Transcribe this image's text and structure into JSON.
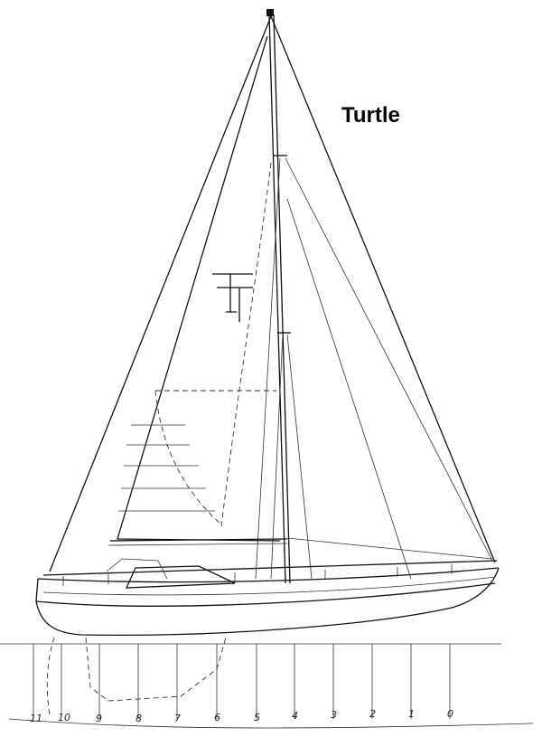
{
  "title": "Turtle",
  "drawing": {
    "subject": "sailboat-sail-plan",
    "monogram": "T",
    "stations": [
      "11",
      "10",
      "9",
      "8",
      "7",
      "6",
      "5",
      "4",
      "3",
      "2",
      "1",
      "0"
    ],
    "line_color": "#111111",
    "background": "#ffffff"
  }
}
